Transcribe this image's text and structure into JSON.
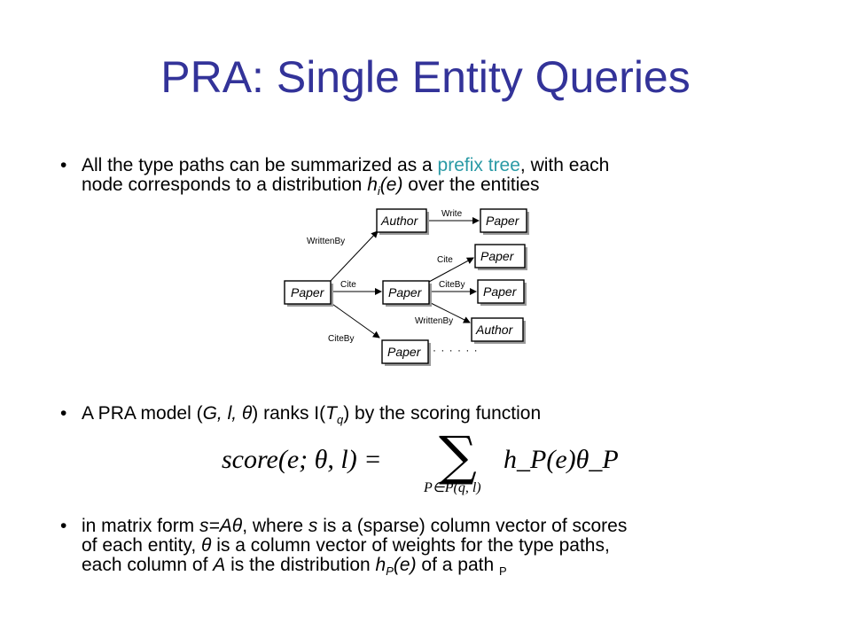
{
  "title": "PRA: Single Entity Queries",
  "bullet1": {
    "marker": "•",
    "t1": "All the type paths can be summarized as a ",
    "hl": "prefix tree",
    "t2": ", with each",
    "t3": "node corresponds to a distribution ",
    "h": "h",
    "sub_i": "i",
    "e": "(e)",
    "t4": " over the entities"
  },
  "diagram": {
    "nodes": {
      "root": "Paper",
      "author": "Author",
      "paper_mid": "Paper",
      "paper_low": "Paper",
      "paper_write": "Paper",
      "paper_cite": "Paper",
      "paper_citeby": "Paper",
      "author_writtenby": "Author"
    },
    "edges": {
      "writtenby1": "WrittenBy",
      "write": "Write",
      "cite1": "Cite",
      "citeby1": "CiteBy",
      "cite2": "Cite",
      "citeby2": "CiteBy",
      "writtenby2": "WrittenBy"
    },
    "ellipsis": "· · · · · ·"
  },
  "bullet2": {
    "marker": "•",
    "t1": "A PRA model (",
    "g": "G, l, θ",
    "t2": ") ranks I(",
    "t": "T",
    "sub_q": "q",
    "t3": ") by the scoring function"
  },
  "formula": {
    "lhs": "score(e; θ, l) =",
    "sum": "∑",
    "sub": "P∈P(q, l)",
    "rhs": "h_P(e)θ_P"
  },
  "bullet3": {
    "marker": "•",
    "l1a": "in matrix form ",
    "l1b": "s=Aθ",
    "l1c": ", where ",
    "l1d": "s",
    "l1e": " is a (sparse) column vector of scores",
    "l2a": "of each entity, ",
    "l2b": "θ",
    "l2c": " is a column vector of weights for the type paths,",
    "l3a": "each column of ",
    "l3b": "A",
    "l3c": " is the distribution ",
    "l3d": "h",
    "l3e": "P",
    "l3f": "(e)",
    "l3g": " of a path ",
    "l3h": "P"
  }
}
